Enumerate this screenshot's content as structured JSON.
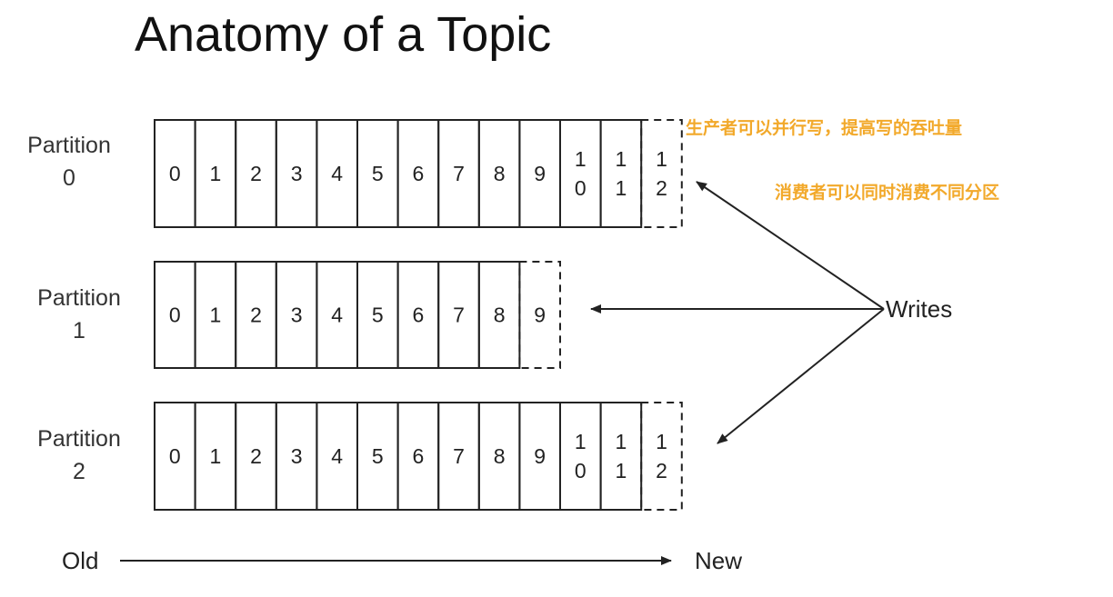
{
  "title": "Anatomy of a Topic",
  "partitions": [
    {
      "label_line1": "Partition",
      "label_line2": "0",
      "offsets": [
        "0",
        "1",
        "2",
        "3",
        "4",
        "5",
        "6",
        "7",
        "8",
        "9",
        "10",
        "11"
      ],
      "pending": "12"
    },
    {
      "label_line1": "Partition",
      "label_line2": "1",
      "offsets": [
        "0",
        "1",
        "2",
        "3",
        "4",
        "5",
        "6",
        "7",
        "8"
      ],
      "pending": "9"
    },
    {
      "label_line1": "Partition",
      "label_line2": "2",
      "offsets": [
        "0",
        "1",
        "2",
        "3",
        "4",
        "5",
        "6",
        "7",
        "8",
        "9",
        "10",
        "11"
      ],
      "pending": "12"
    }
  ],
  "writes_label": "Writes",
  "axis": {
    "old_label": "Old",
    "new_label": "New"
  },
  "annotations": {
    "producer_note": "生产者可以并行写，提高写的吞吐量",
    "consumer_note": "消费者可以同时消费不同分区"
  },
  "colors": {
    "note": "#F2A92B",
    "line": "#222222"
  }
}
